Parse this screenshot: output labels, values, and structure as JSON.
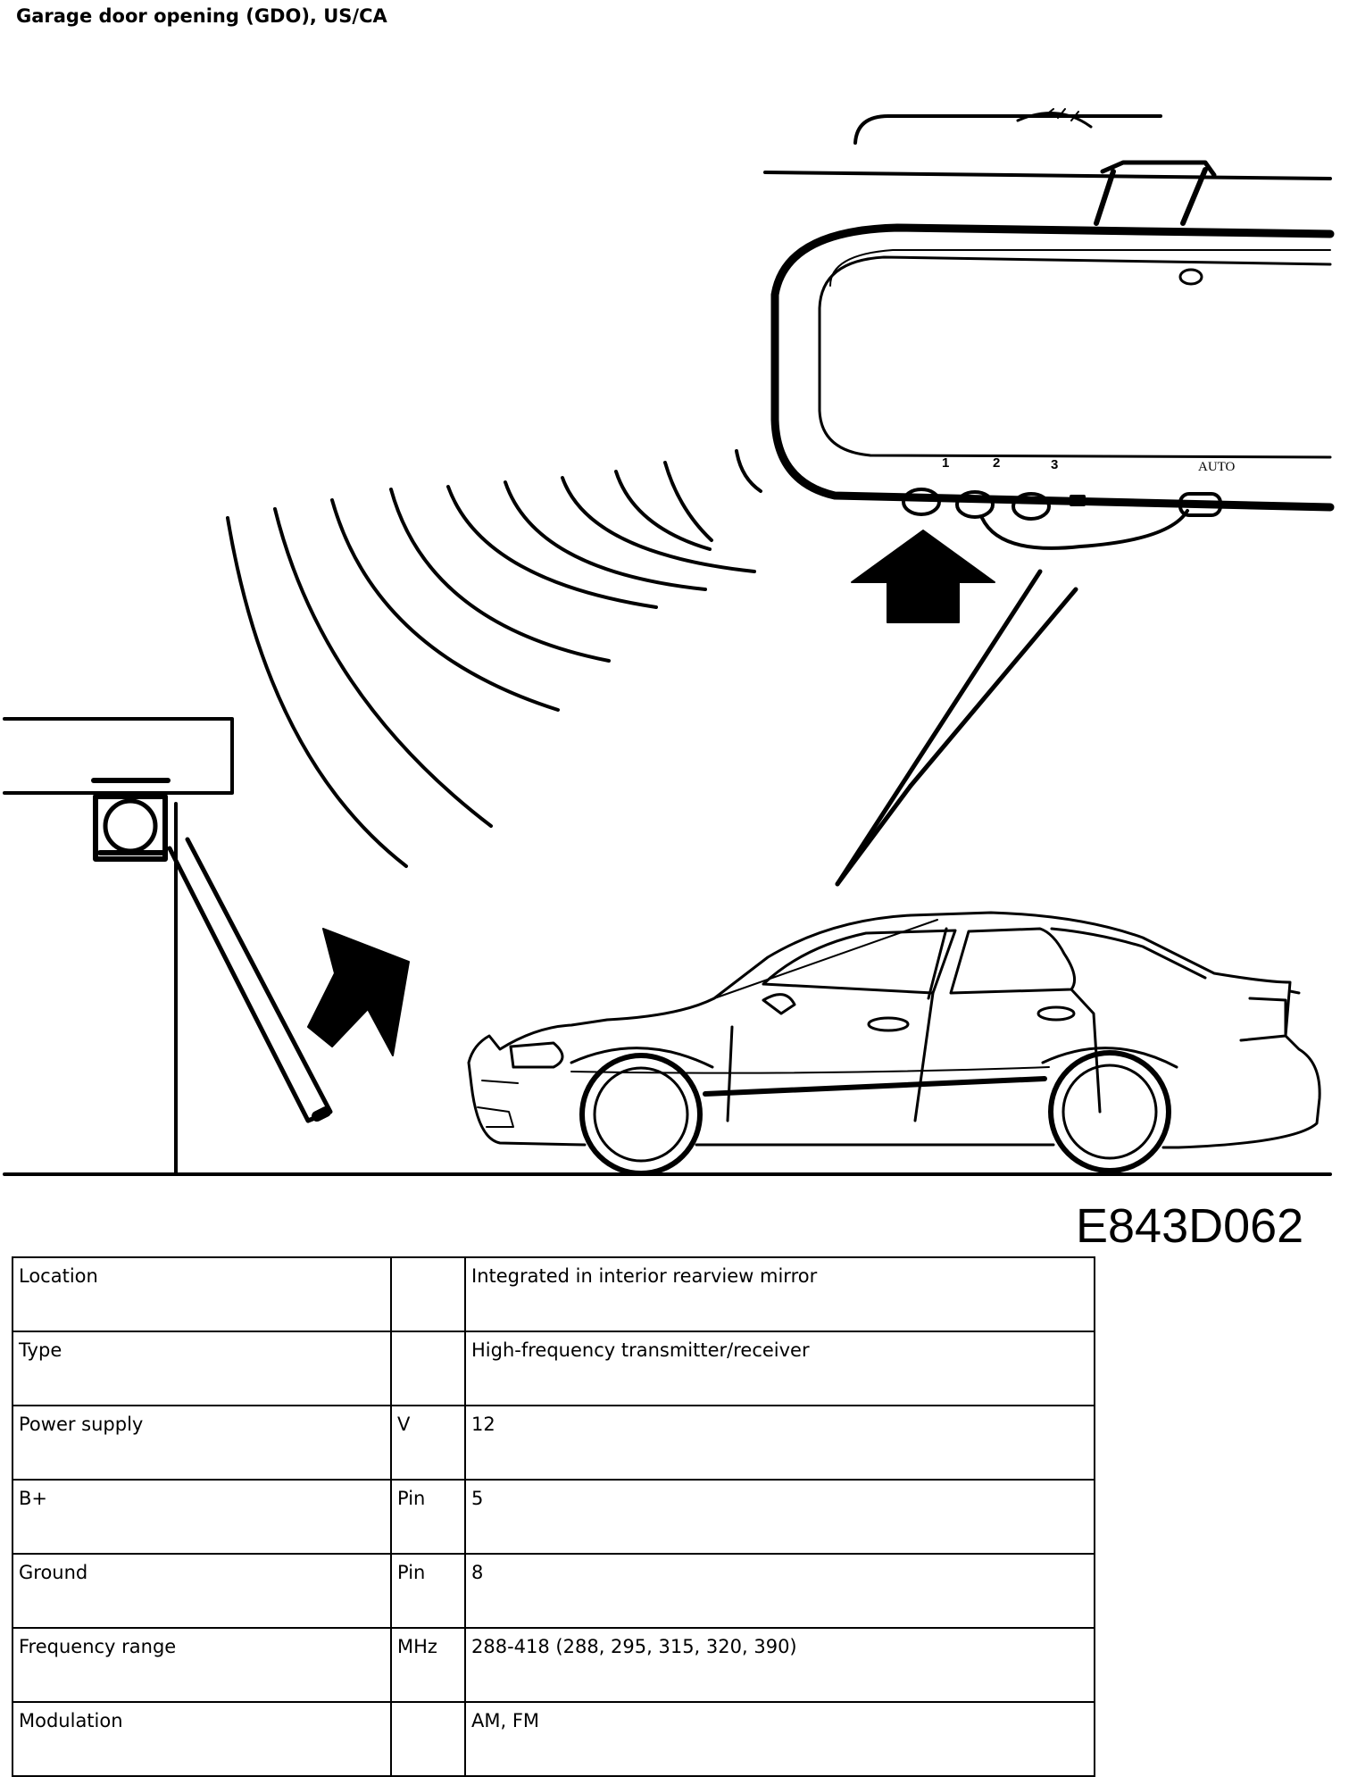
{
  "title": "Garage door opening (GDO), US/CA",
  "figure_code": "E843D062",
  "mirror_buttons": [
    "1",
    "2",
    "3",
    "AUTO"
  ],
  "table": {
    "rows": [
      {
        "label": "Location",
        "unit": "",
        "value": "Integrated in interior rearview mirror"
      },
      {
        "label": "Type",
        "unit": "",
        "value": "High-frequency transmitter/receiver"
      },
      {
        "label": "Power supply",
        "unit": "V",
        "value": "12"
      },
      {
        "label": "B+",
        "unit": "Pin",
        "value": "5"
      },
      {
        "label": "Ground",
        "unit": "Pin",
        "value": "8"
      },
      {
        "label": "Frequency range",
        "unit": "MHz",
        "value": "288-418 (288, 295, 315, 320, 390)"
      },
      {
        "label": "Modulation",
        "unit": "",
        "value": "AM, FM"
      }
    ]
  }
}
